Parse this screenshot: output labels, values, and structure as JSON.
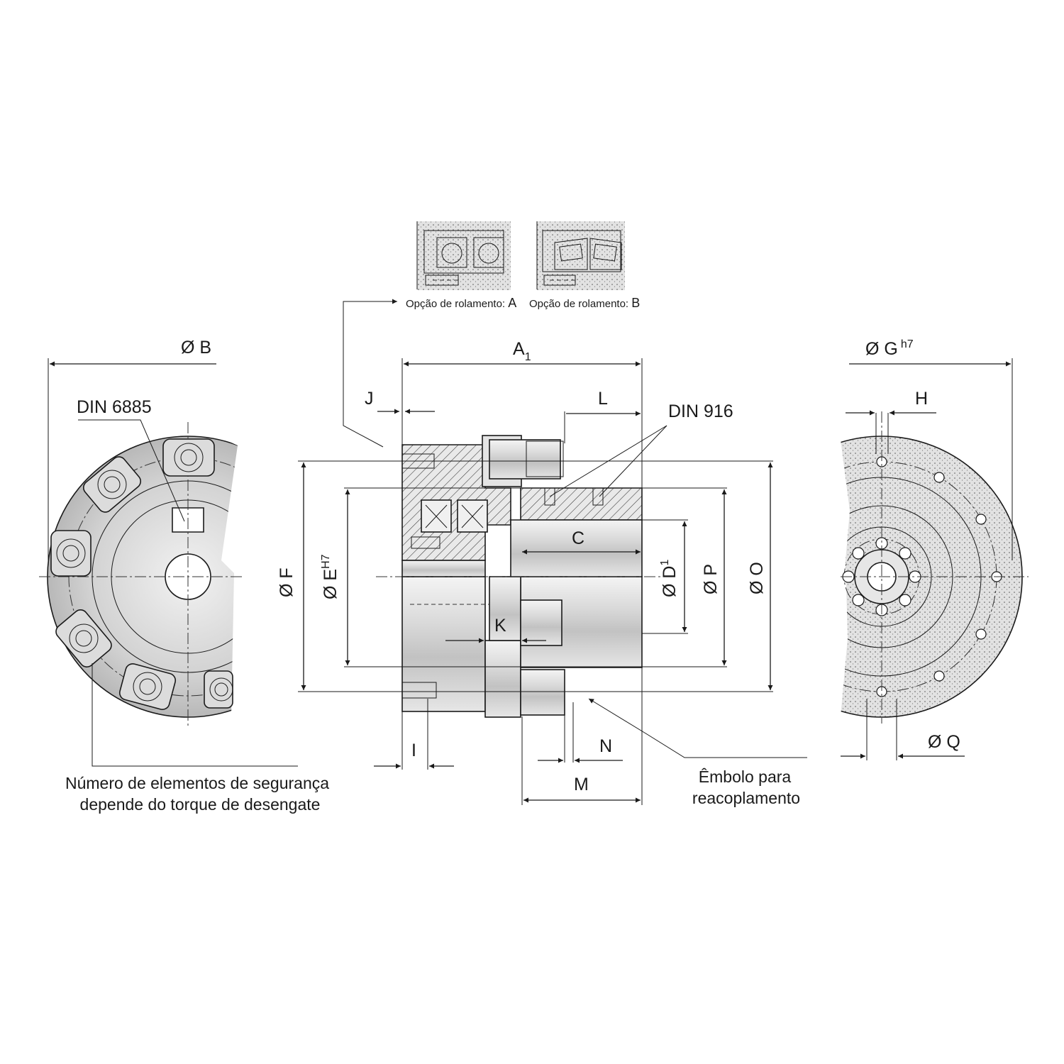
{
  "labels": {
    "dia_b": "Ø B",
    "din_6885": "DIN 6885",
    "a1_main": "A",
    "a1_sub": "1",
    "j": "J",
    "l": "L",
    "din_916": "DIN 916",
    "dia_g_main": "Ø G",
    "dia_g_sup": "h7",
    "h": "H",
    "dia_f": "Ø F",
    "dia_e_main": "Ø E",
    "dia_e_sup": "H7",
    "c": "C",
    "dia_d_main": "Ø D",
    "dia_d_sup": "1",
    "dia_p": "Ø P",
    "dia_o": "Ø O",
    "k": "K",
    "i": "I",
    "n": "N",
    "m": "M",
    "dia_q": "Ø Q"
  },
  "bearing_options": {
    "a": {
      "text": "Opção de rolamento:",
      "letter": "A"
    },
    "b": {
      "text": "Opção de rolamento:",
      "letter": "B"
    }
  },
  "notes": {
    "elements_line1": "Número de elementos de segurança",
    "elements_line2": "depende do torque de desengate",
    "plunger_line1": "Êmbolo para",
    "plunger_line2": "reacoplamento"
  }
}
